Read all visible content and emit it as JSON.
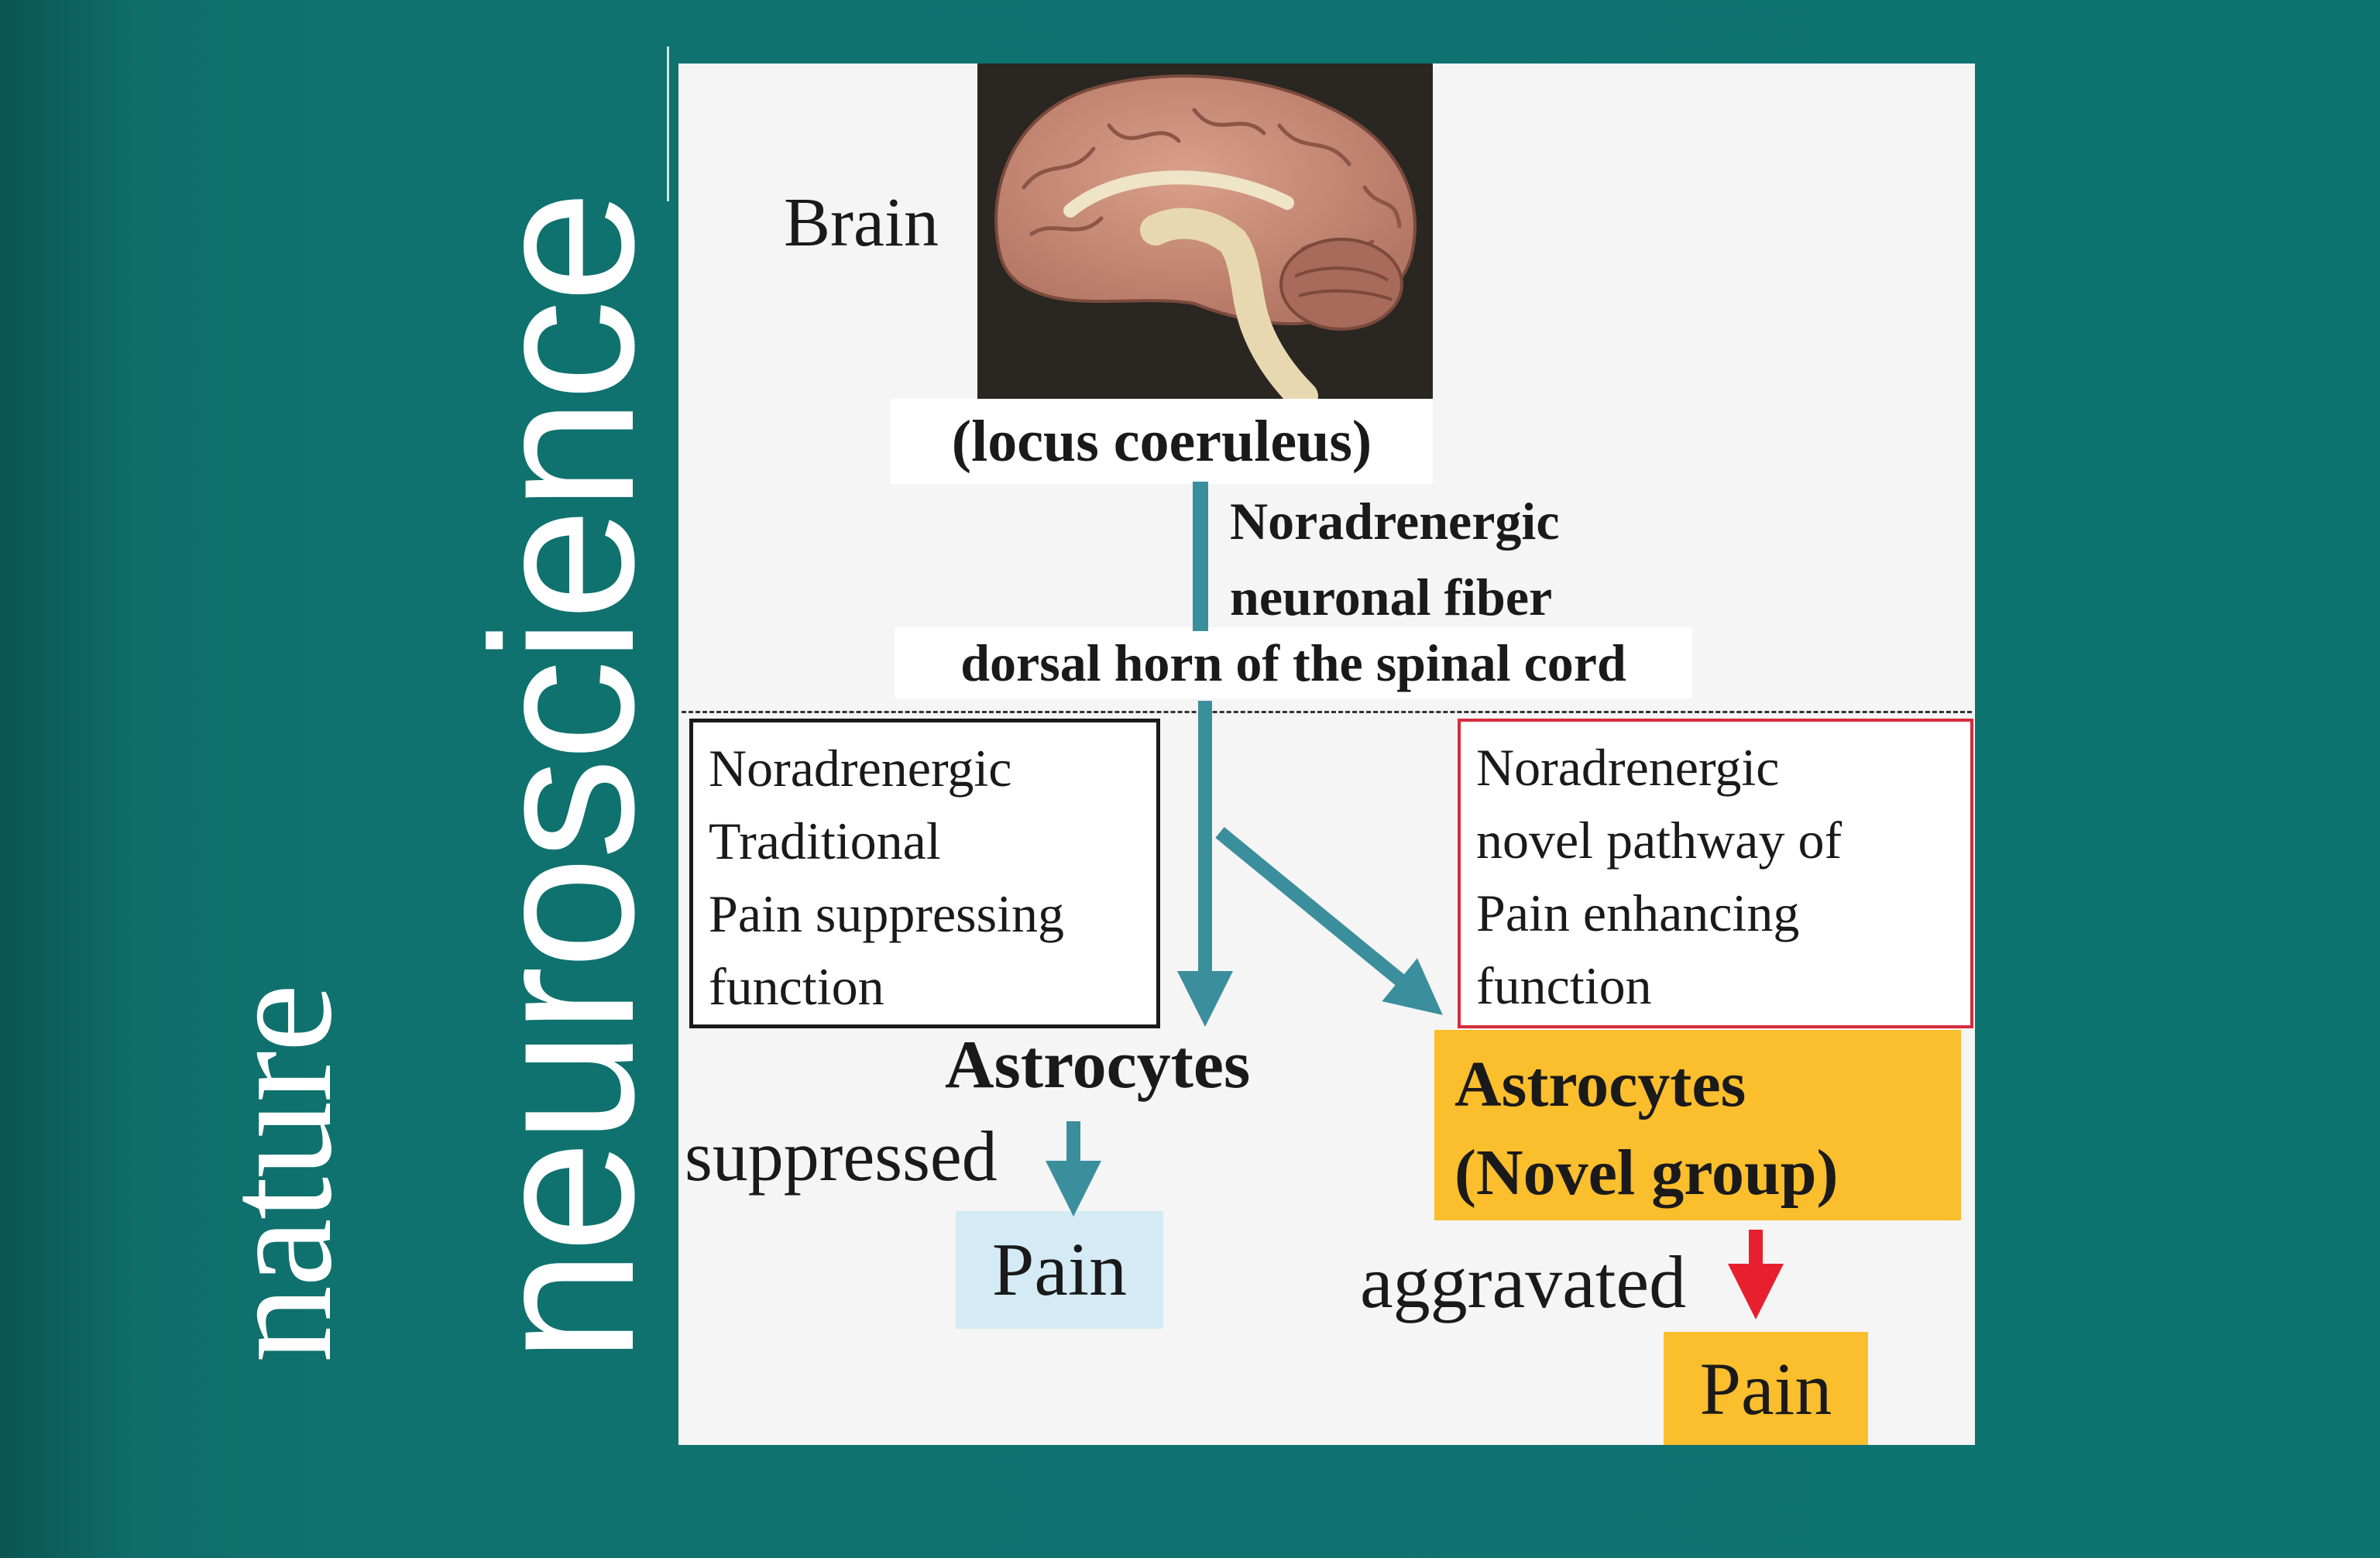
{
  "brand": {
    "word1": "nature",
    "word2": "neuroscience"
  },
  "diagram": {
    "brain_label": "Brain",
    "brain_region": "(locus coeruleus)",
    "fiber_line1": "Noradrenergic",
    "fiber_line2": "neuronal fiber",
    "spinal_label": "dorsal horn of the spinal cord",
    "left_box": [
      "Noradrenergic",
      "Traditional",
      "Pain suppressing",
      "function"
    ],
    "right_box": [
      "Noradrenergic",
      "novel pathway of",
      "Pain enhancing",
      "function"
    ],
    "astro_left": "Astrocytes",
    "astro_right_line1": "Astrocytes",
    "astro_right_line2": "(Novel group)",
    "suppressed": "suppressed",
    "pain_left": "Pain",
    "aggravated": "aggravated",
    "pain_right": "Pain"
  },
  "colors": {
    "background": "#0f7370",
    "arrow_teal": "#3b8e9c",
    "arrow_red": "#e8202e",
    "highlight_orange": "#fbbe2c",
    "highlight_blue": "#d4ebf5",
    "red_border": "#d62b3a"
  }
}
